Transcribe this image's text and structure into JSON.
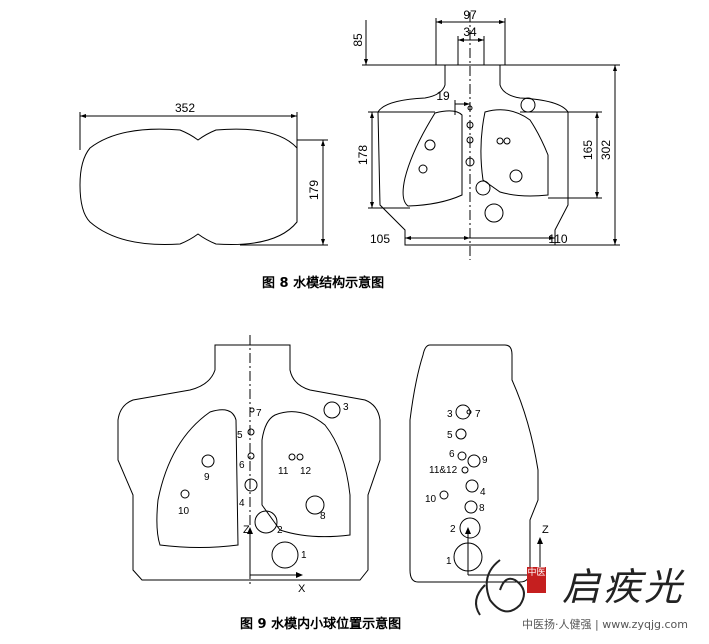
{
  "figure8": {
    "caption": "图 8 水模结构示意图",
    "top_view_dims": {
      "width": "352",
      "height": "179"
    },
    "front_view_dims": {
      "neck_outer": "97",
      "neck_inner": "34",
      "neck_height": "85",
      "spine_offset": "19",
      "left_lung_height": "178",
      "right_lung_height": "165",
      "total_height": "302",
      "base_left": "105",
      "base_right": "110"
    }
  },
  "figure9": {
    "caption": "图 9  水模内小球位置示意图",
    "axis_z": "Z",
    "axis_x": "X",
    "front_balls": [
      "1",
      "2",
      "3",
      "4",
      "5",
      "6",
      "7",
      "8",
      "9",
      "10",
      "11",
      "12"
    ],
    "side_labels": [
      "1",
      "2",
      "3",
      "4",
      "5",
      "6",
      "7",
      "8",
      "9",
      "10",
      "11&12"
    ]
  },
  "watermark": {
    "seal": "中医",
    "brand": "启疾光",
    "url": "中医扬·人健强 | www.zyqjg.com"
  }
}
